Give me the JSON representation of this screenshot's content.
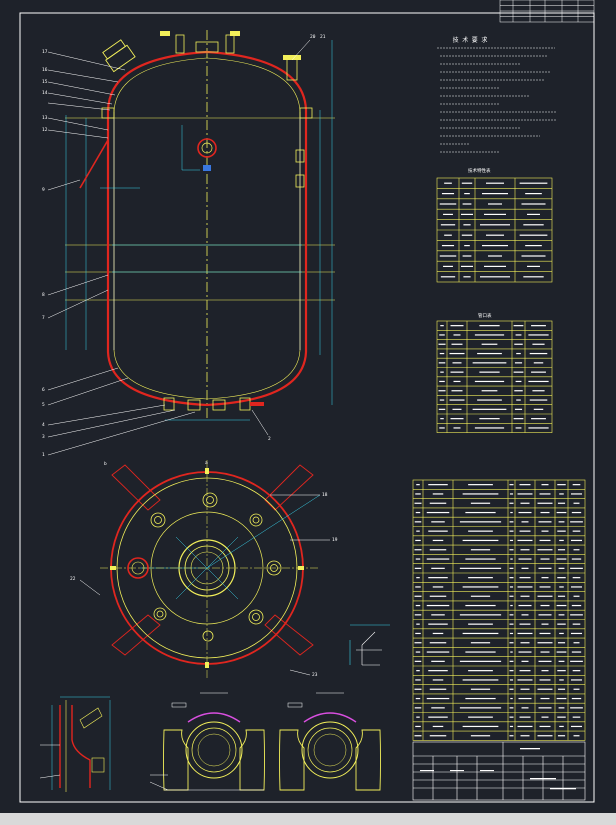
{
  "drawing": {
    "background": "#1e222a",
    "frame_color": "#ffffff",
    "vessel_shell_color": "#e0261f",
    "centerline_color": "#f2ef5a",
    "dimension_color": "#39d0e8",
    "annotation_color": "#ffffff",
    "highlight_color": "#d94fe0"
  },
  "notes": {
    "title": "技 术 要 求",
    "lines": []
  },
  "design_table": {
    "title": "技术特性表",
    "rows": 10
  },
  "nozzle_table": {
    "title": "管口表",
    "rows": 12
  },
  "parts_list": {
    "title": "明细表",
    "rows": 28
  },
  "title_block": {
    "rows": 4
  },
  "views": {
    "elevation": "front-view",
    "plan": "top-view",
    "detail_1": "detail-a",
    "detail_2": "detail-b",
    "detail_3": "detail-c"
  }
}
